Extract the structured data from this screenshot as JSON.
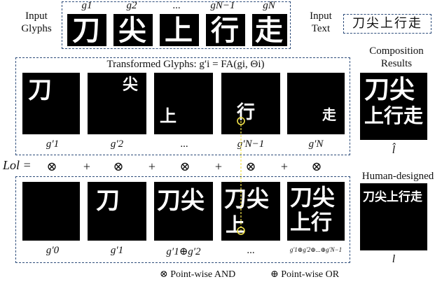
{
  "input_glyphs": {
    "label_line1": "Input",
    "label_line2": "Glyphs",
    "glyph_labels": [
      "g1",
      "g2",
      "...",
      "gN−1",
      "gN"
    ],
    "characters": [
      "刀",
      "尖",
      "上",
      "行",
      "走"
    ]
  },
  "input_text": {
    "label_line1": "Input",
    "label_line2": "Text",
    "text": "刀尖上行走"
  },
  "transformed": {
    "title": "Transformed Glyphs: g′i = FA(gi, Θi)",
    "tile_labels": [
      "g′1",
      "g′2",
      "...",
      "g′N−1",
      "g′N"
    ],
    "characters": [
      "刀",
      "尖",
      "上",
      "行",
      "走"
    ]
  },
  "composition": {
    "title_line1": "Composition",
    "title_line2": "Results",
    "label": "l̂",
    "composite_line1": "刀尖",
    "composite_line2": "上行走"
  },
  "loss_row": {
    "label": "Lol =",
    "ops": [
      "⊗",
      "+",
      "⊗",
      "+",
      "⊗",
      "+",
      "⊗",
      "+",
      "⊗"
    ]
  },
  "human": {
    "title": "Human-designed",
    "label": "l",
    "composite": "刀尖上行走"
  },
  "cumulative": {
    "tile_labels": [
      "g′0",
      "g′1",
      "g′1⊕g′2",
      "...",
      "g′1⊕g′2⊕...⊕g′N−1"
    ],
    "tile_contents": [
      "",
      "刀",
      "刀尖",
      "刀尖|上",
      "刀尖|上行"
    ]
  },
  "legend": {
    "and": "⊗ Point-wise AND",
    "or": "⊕ Point-wise OR"
  },
  "colors": {
    "dashed_border": "#2e4d7b",
    "highlight": "#f2e24a"
  }
}
